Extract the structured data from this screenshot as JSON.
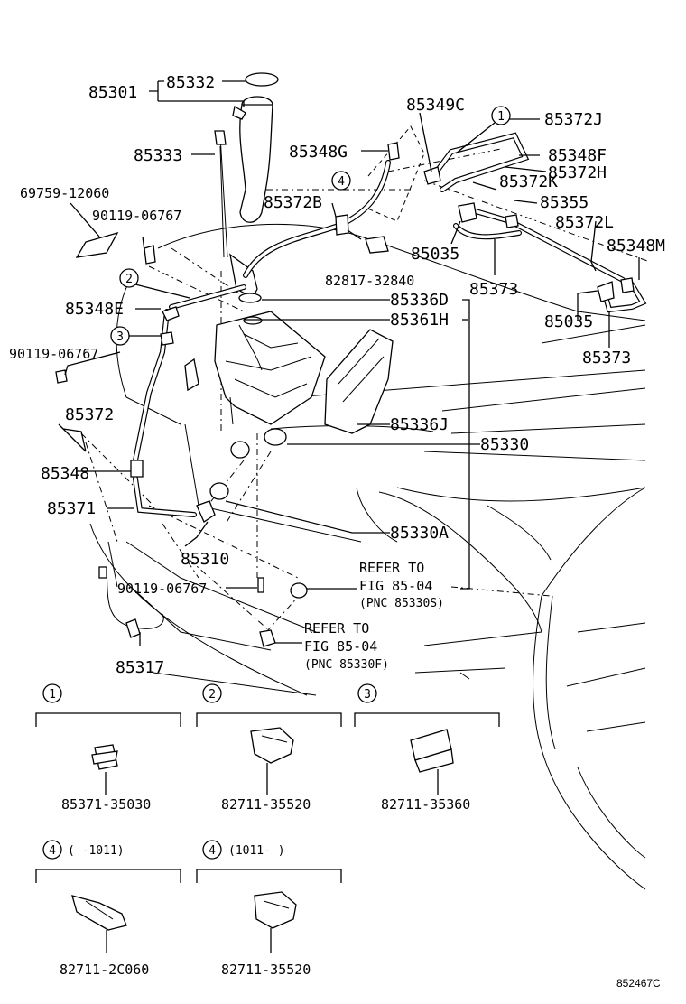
{
  "diagram_code": "852467C",
  "labels": {
    "p85301": "85301",
    "p85332": "85332",
    "p85333": "85333",
    "p69759": "69759-12060",
    "p90119a": "90119-06767",
    "p85348E": "85348E",
    "p90119b": "90119-06767",
    "p85372": "85372",
    "p85348": "85348",
    "p85371": "85371",
    "p85310": "85310",
    "p90119c": "90119-06767",
    "p85317": "85317",
    "p85349C": "85349C",
    "p85372J": "85372J",
    "p85348G": "85348G",
    "p85348F": "85348F",
    "p85372H": "85372H",
    "p85372B": "85372B",
    "p85372K": "85372K",
    "p85355": "85355",
    "p85372L": "85372L",
    "p85035a": "85035",
    "p85348M": "85348M",
    "p82817": "82817-32840",
    "p85373a": "85373",
    "p85336D": "85336D",
    "p85361H": "85361H",
    "p85035b": "85035",
    "p85373b": "85373",
    "p85336J": "85336J",
    "p85330": "85330",
    "p85330A": "85330A",
    "refer1_line1": "REFER TO",
    "refer1_line2": "FIG 85-04",
    "refer1_line3": "(PNC 85330S)",
    "refer2_line1": "REFER TO",
    "refer2_line2": "FIG 85-04",
    "refer2_line3": "(PNC 85330F)"
  },
  "callouts": {
    "c1": "1",
    "c2": "2",
    "c3": "3",
    "c4": "4"
  },
  "detail_boxes": [
    {
      "number": "1",
      "note": "",
      "part": "85371-35030"
    },
    {
      "number": "2",
      "note": "",
      "part": "82711-35520"
    },
    {
      "number": "3",
      "note": "",
      "part": "82711-35360"
    },
    {
      "number": "4",
      "note": "(     -1011)",
      "part": "82711-2C060"
    },
    {
      "number": "4",
      "note": "(1011-     )",
      "part": "82711-35520"
    }
  ]
}
